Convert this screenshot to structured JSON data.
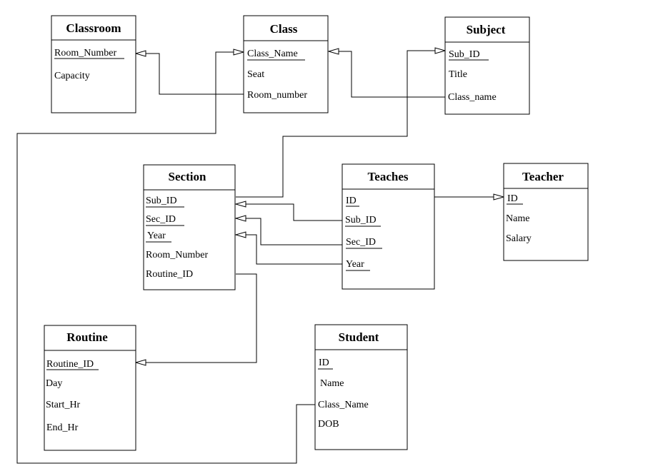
{
  "entities": {
    "classroom": {
      "title": "Classroom",
      "attributes": [
        {
          "name": "Room_Number",
          "key": true
        },
        {
          "name": "Capacity",
          "key": false
        }
      ]
    },
    "class": {
      "title": "Class",
      "attributes": [
        {
          "name": "Class_Name",
          "key": true
        },
        {
          "name": "Seat",
          "key": false
        },
        {
          "name": "Room_number",
          "key": false
        }
      ]
    },
    "subject": {
      "title": "Subject",
      "attributes": [
        {
          "name": "Sub_ID",
          "key": true
        },
        {
          "name": "Title",
          "key": false
        },
        {
          "name": "Class_name",
          "key": false
        }
      ]
    },
    "section": {
      "title": "Section",
      "attributes": [
        {
          "name": "Sub_ID",
          "key": true
        },
        {
          "name": "Sec_ID",
          "key": true
        },
        {
          "name": "Year",
          "key": true
        },
        {
          "name": "Room_Number",
          "key": false
        },
        {
          "name": "Routine_ID",
          "key": false
        }
      ]
    },
    "teaches": {
      "title": "Teaches",
      "attributes": [
        {
          "name": "ID",
          "key": true
        },
        {
          "name": "Sub_ID",
          "key": true
        },
        {
          "name": "Sec_ID",
          "key": true
        },
        {
          "name": "Year",
          "key": true
        }
      ]
    },
    "teacher": {
      "title": "Teacher",
      "attributes": [
        {
          "name": "ID",
          "key": true
        },
        {
          "name": "Name",
          "key": false
        },
        {
          "name": "Salary",
          "key": false
        }
      ]
    },
    "routine": {
      "title": "Routine",
      "attributes": [
        {
          "name": "Routine_ID",
          "key": true
        },
        {
          "name": "Day",
          "key": false
        },
        {
          "name": "Start_Hr",
          "key": false
        },
        {
          "name": "End_Hr",
          "key": false
        }
      ]
    },
    "student": {
      "title": "Student",
      "attributes": [
        {
          "name": "ID",
          "key": true
        },
        {
          "name": "Name",
          "key": false
        },
        {
          "name": "Class_Name",
          "key": false
        },
        {
          "name": "DOB",
          "key": false
        }
      ]
    }
  },
  "relationships": [
    {
      "from": "class.Room_number",
      "to": "classroom.Room_Number"
    },
    {
      "from": "subject.Class_name",
      "to": "class.Class_Name"
    },
    {
      "from": "student.Class_Name",
      "to": "class.Class_Name"
    },
    {
      "from": "section.Sub_ID",
      "to": "subject.Sub_ID"
    },
    {
      "from": "teaches.Sub_ID",
      "to": "section.Sub_ID"
    },
    {
      "from": "teaches.Sec_ID",
      "to": "section.Sec_ID"
    },
    {
      "from": "teaches.Year",
      "to": "section.Year"
    },
    {
      "from": "teaches.ID",
      "to": "teacher.ID"
    },
    {
      "from": "section.Routine_ID",
      "to": "routine.Routine_ID"
    }
  ]
}
